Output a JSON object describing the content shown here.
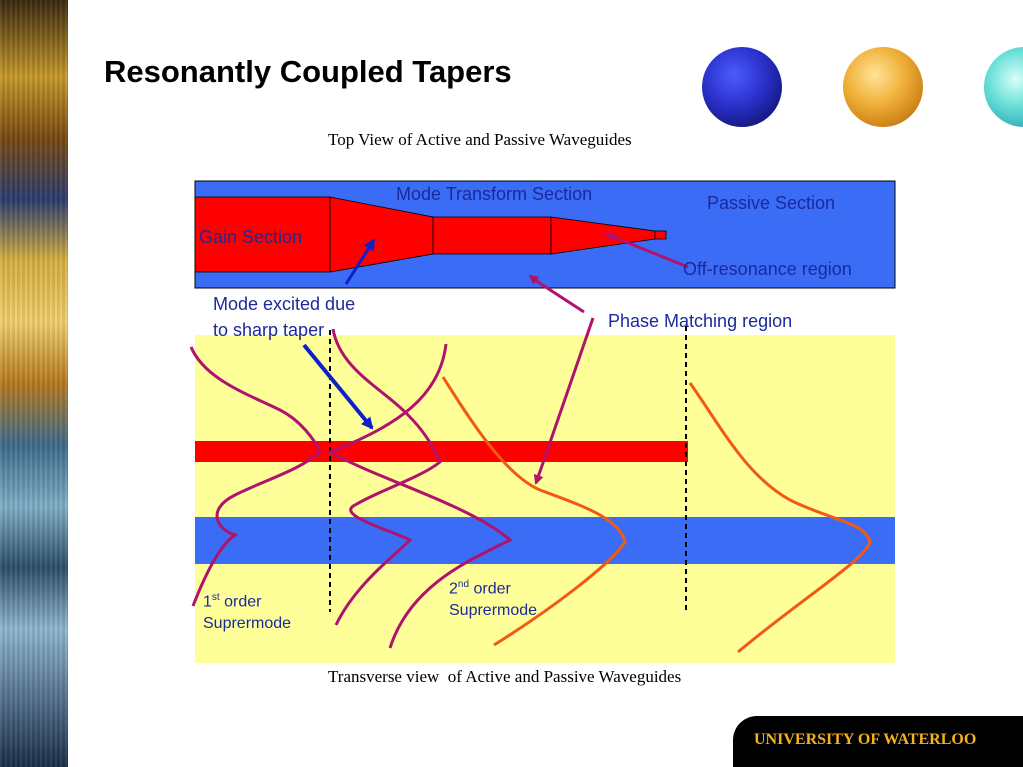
{
  "slide": {
    "title": "Resonantly Coupled Tapers",
    "footer": "UNIVERSITY OF WATERLOO"
  },
  "captions": {
    "top_view": "Top View of Active and Passive Waveguides",
    "transverse_view": "Transverse view  of Active and Passive Waveguides"
  },
  "labels": {
    "mode_transform": "Mode Transform Section",
    "passive_section": "Passive Section",
    "gain_section": "Gain Section",
    "off_resonance": "Off-resonance region",
    "mode_excited_line1": "Mode excited due",
    "mode_excited_line2": "to sharp taper",
    "phase_matching": "Phase Matching region",
    "first_order_num": "1",
    "first_order_sup": "st",
    "first_order_word": " order",
    "first_order_line2": "Suprermode",
    "second_order_num": "2",
    "second_order_sup": "nd",
    "second_order_word": " order",
    "second_order_line2": "Suprermode"
  },
  "colors": {
    "active_waveguide": "#ff0000",
    "passive_waveguide": "#3b6cf6",
    "cladding": "#ffff99",
    "mode_curve_magenta": "#b0126e",
    "mode_curve_orange": "#f05a14",
    "arrow_blue": "#1020c8",
    "footer_text": "#f5b21a"
  },
  "icons": [
    "blue-orb-icon",
    "gold-orb-icon",
    "teal-orb-icon"
  ]
}
